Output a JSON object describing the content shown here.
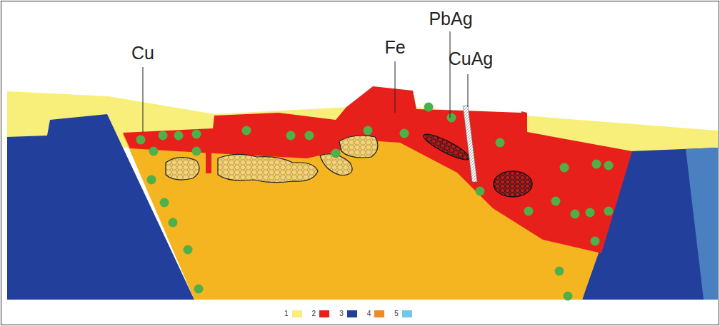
{
  "diagram": {
    "labels": [
      "Cu",
      "Fe",
      "PbAg",
      "CuAg"
    ],
    "legend": [
      {
        "text": "1",
        "color": "#f7ef7a"
      },
      {
        "text": "2",
        "color": "#e8201c"
      },
      {
        "text": "3",
        "color": "#223f9c"
      },
      {
        "text": "4",
        "color": "#f08a24"
      },
      {
        "text": "5",
        "color": "#6ec8e6"
      }
    ]
  }
}
